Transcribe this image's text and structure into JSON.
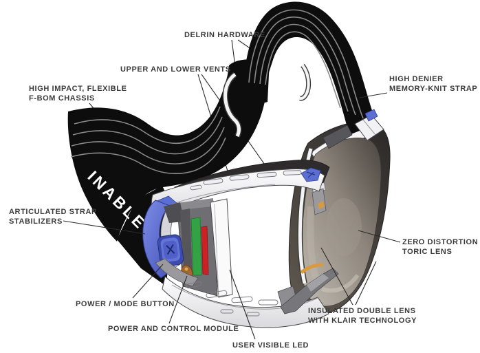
{
  "diagram": {
    "title": "Goggles cutaway feature diagram",
    "strap_brand_text": "INABLE",
    "labels": {
      "delrin": {
        "line1": "DELRIN HARDWARE"
      },
      "vents": {
        "line1": "UPPER AND LOWER VENTS"
      },
      "chassis": {
        "line1": "HIGH IMPACT, FLEXIBLE",
        "line2": "F-BOM CHASSIS"
      },
      "strap": {
        "line1": "HIGH DENIER",
        "line2": "MEMORY-KNIT STRAP"
      },
      "stabilizers": {
        "line1": "ARTICULATED STRAP",
        "line2": "STABILIZERS"
      },
      "toric_lens": {
        "line1": "ZERO DISTORTION",
        "line2": "TORIC LENS"
      },
      "power_button": {
        "line1": "POWER / MODE BUTTON"
      },
      "control_module": {
        "line1": "POWER AND CONTROL MODULE"
      },
      "led": {
        "line1": "USER VISIBLE LED"
      },
      "insulated_lens": {
        "line1": "INSULATED DOUBLE LENS",
        "line2": "WITH KLAIR TECHNOLOGY"
      }
    },
    "colors": {
      "accent_blue": "#5b6ed2",
      "pcb_green": "#33a244",
      "battery_red": "#cc2125",
      "copper_orange": "#d89a3e",
      "strap_black": "#0d0d0d",
      "label_text": "#3a3a3a"
    }
  }
}
